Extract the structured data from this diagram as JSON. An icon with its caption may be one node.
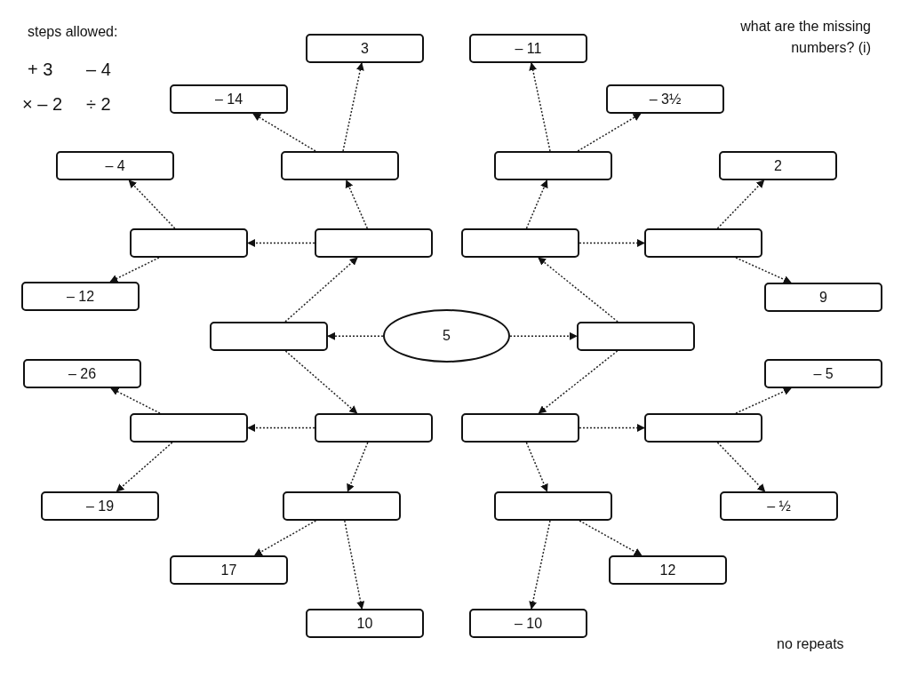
{
  "diagram": {
    "nodes": [
      {
        "text": [
          "3"
        ]
      },
      {
        "text": [
          "– 11"
        ]
      },
      {
        "text": [
          "– 14"
        ]
      },
      {
        "text": [
          "– 3½"
        ]
      },
      {
        "text": [],
        "shape": "box"
      },
      {
        "text": [],
        "shape": "box"
      },
      {
        "text": [
          "– 4"
        ]
      },
      {
        "text": [
          "2"
        ]
      },
      {
        "text": [],
        "shape": "box"
      },
      {
        "text": [],
        "shape": "box"
      },
      {
        "text": [],
        "shape": "box"
      },
      {
        "text": [],
        "shape": "box"
      },
      {
        "text": [
          "– 12"
        ]
      },
      {
        "text": [
          "9"
        ]
      },
      {
        "text": [],
        "shape": "box"
      },
      {
        "text": [
          "5"
        ]
      },
      {
        "text": [],
        "shape": "box"
      },
      {
        "text": [
          "– 26"
        ]
      },
      {
        "text": [
          "– 5"
        ]
      },
      {
        "text": [],
        "shape": "box"
      },
      {
        "text": [],
        "shape": "box"
      },
      {
        "text": [],
        "shape": "box"
      },
      {
        "text": [],
        "shape": "box"
      },
      {
        "text": [
          "– 19"
        ]
      },
      {
        "text": [],
        "shape": "box"
      },
      {
        "text": [],
        "shape": "box"
      },
      {
        "text": [
          "– ½"
        ]
      },
      {
        "text": [
          "17"
        ]
      },
      {
        "text": [
          "12"
        ]
      },
      {
        "text": [
          "10"
        ]
      },
      {
        "text": [
          "– 10"
        ]
      }
    ],
    "edges": [
      {
        "from": 15,
        "to": 14,
        "arrow": "to"
      },
      {
        "from": 15,
        "to": 16,
        "arrow": "to"
      },
      {
        "from": 14,
        "to": 9,
        "arrow": "to"
      },
      {
        "from": 14,
        "to": 20,
        "arrow": "to"
      },
      {
        "from": 16,
        "to": 10,
        "arrow": "to"
      },
      {
        "from": 16,
        "to": 21,
        "arrow": "to"
      },
      {
        "from": 9,
        "to": 8,
        "arrow": "to"
      },
      {
        "from": 9,
        "to": 4,
        "arrow": "to"
      },
      {
        "from": 8,
        "to": 6,
        "arrow": "to"
      },
      {
        "from": 8,
        "to": 12,
        "arrow": "to"
      },
      {
        "from": 4,
        "to": 2,
        "arrow": "to"
      },
      {
        "from": 4,
        "to": 0,
        "arrow": "to"
      },
      {
        "from": 10,
        "to": 5,
        "arrow": "to"
      },
      {
        "from": 10,
        "to": 11,
        "arrow": "to"
      },
      {
        "from": 5,
        "to": 1,
        "arrow": "to"
      },
      {
        "from": 5,
        "to": 3,
        "arrow": "to"
      },
      {
        "from": 11,
        "to": 7,
        "arrow": "to"
      },
      {
        "from": 11,
        "to": 13,
        "arrow": "to"
      },
      {
        "from": 20,
        "to": 19,
        "arrow": "to"
      },
      {
        "from": 20,
        "to": 24,
        "arrow": "to"
      },
      {
        "from": 19,
        "to": 17,
        "arrow": "to"
      },
      {
        "from": 19,
        "to": 23,
        "arrow": "to"
      },
      {
        "from": 24,
        "to": 27,
        "arrow": "to"
      },
      {
        "from": 24,
        "to": 29,
        "arrow": "to"
      },
      {
        "from": 21,
        "to": 22,
        "arrow": "to"
      },
      {
        "from": 21,
        "to": 25,
        "arrow": "to"
      },
      {
        "from": 22,
        "to": 18,
        "arrow": "to"
      },
      {
        "from": 22,
        "to": 26,
        "arrow": "to"
      },
      {
        "from": 25,
        "to": 30,
        "arrow": "to"
      },
      {
        "from": 25,
        "to": 28,
        "arrow": "to"
      }
    ],
    "labels": [
      "steps allowed:",
      "+ 3",
      "– 4",
      "× – 2",
      "÷ 2",
      "what are the missing numbers? (i)",
      "no repeats"
    ]
  }
}
